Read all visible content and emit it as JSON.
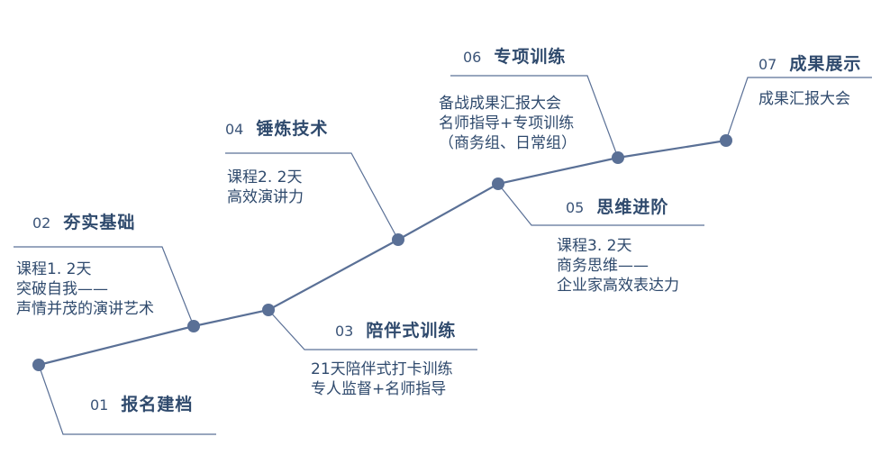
{
  "colors": {
    "line": "#5a7096",
    "dot": "#5a7096",
    "text": "#2f4a6d"
  },
  "steps": [
    {
      "num": "01",
      "title": "报名建档",
      "lines": []
    },
    {
      "num": "02",
      "title": "夯实基础",
      "lines": [
        "课程1. 2天",
        "突破自我——",
        "声情并茂的演讲艺术"
      ]
    },
    {
      "num": "03",
      "title": "陪伴式训练",
      "lines": [
        "21天陪伴式打卡训练",
        "专人监督+名师指导"
      ]
    },
    {
      "num": "04",
      "title": "锤炼技术",
      "lines": [
        "课程2. 2天",
        "高效演讲力"
      ]
    },
    {
      "num": "05",
      "title": "思维进阶",
      "lines": [
        "课程3. 2天",
        "商务思维——",
        "企业家高效表达力"
      ]
    },
    {
      "num": "06",
      "title": "专项训练",
      "lines": [
        "备战成果汇报大会",
        "名师指导+专项训练",
        "（商务组、日常组）"
      ]
    },
    {
      "num": "07",
      "title": "成果展示",
      "lines": [
        "成果汇报大会"
      ]
    }
  ]
}
